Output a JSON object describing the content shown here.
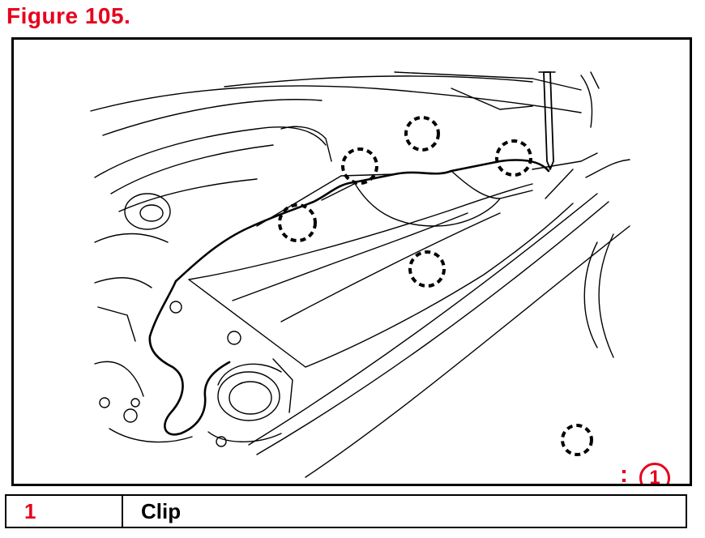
{
  "figure": {
    "title": "Figure 105."
  },
  "callout_key": {
    "colon": ":",
    "number": "1"
  },
  "legend": {
    "rows": [
      {
        "number": "1",
        "label": "Clip"
      }
    ]
  },
  "colors": {
    "accent_red": "#e8001c",
    "line": "#000000"
  },
  "icons": {
    "clip_marker": "dashed-circle-icon",
    "callout_number": "circled-number-icon"
  }
}
